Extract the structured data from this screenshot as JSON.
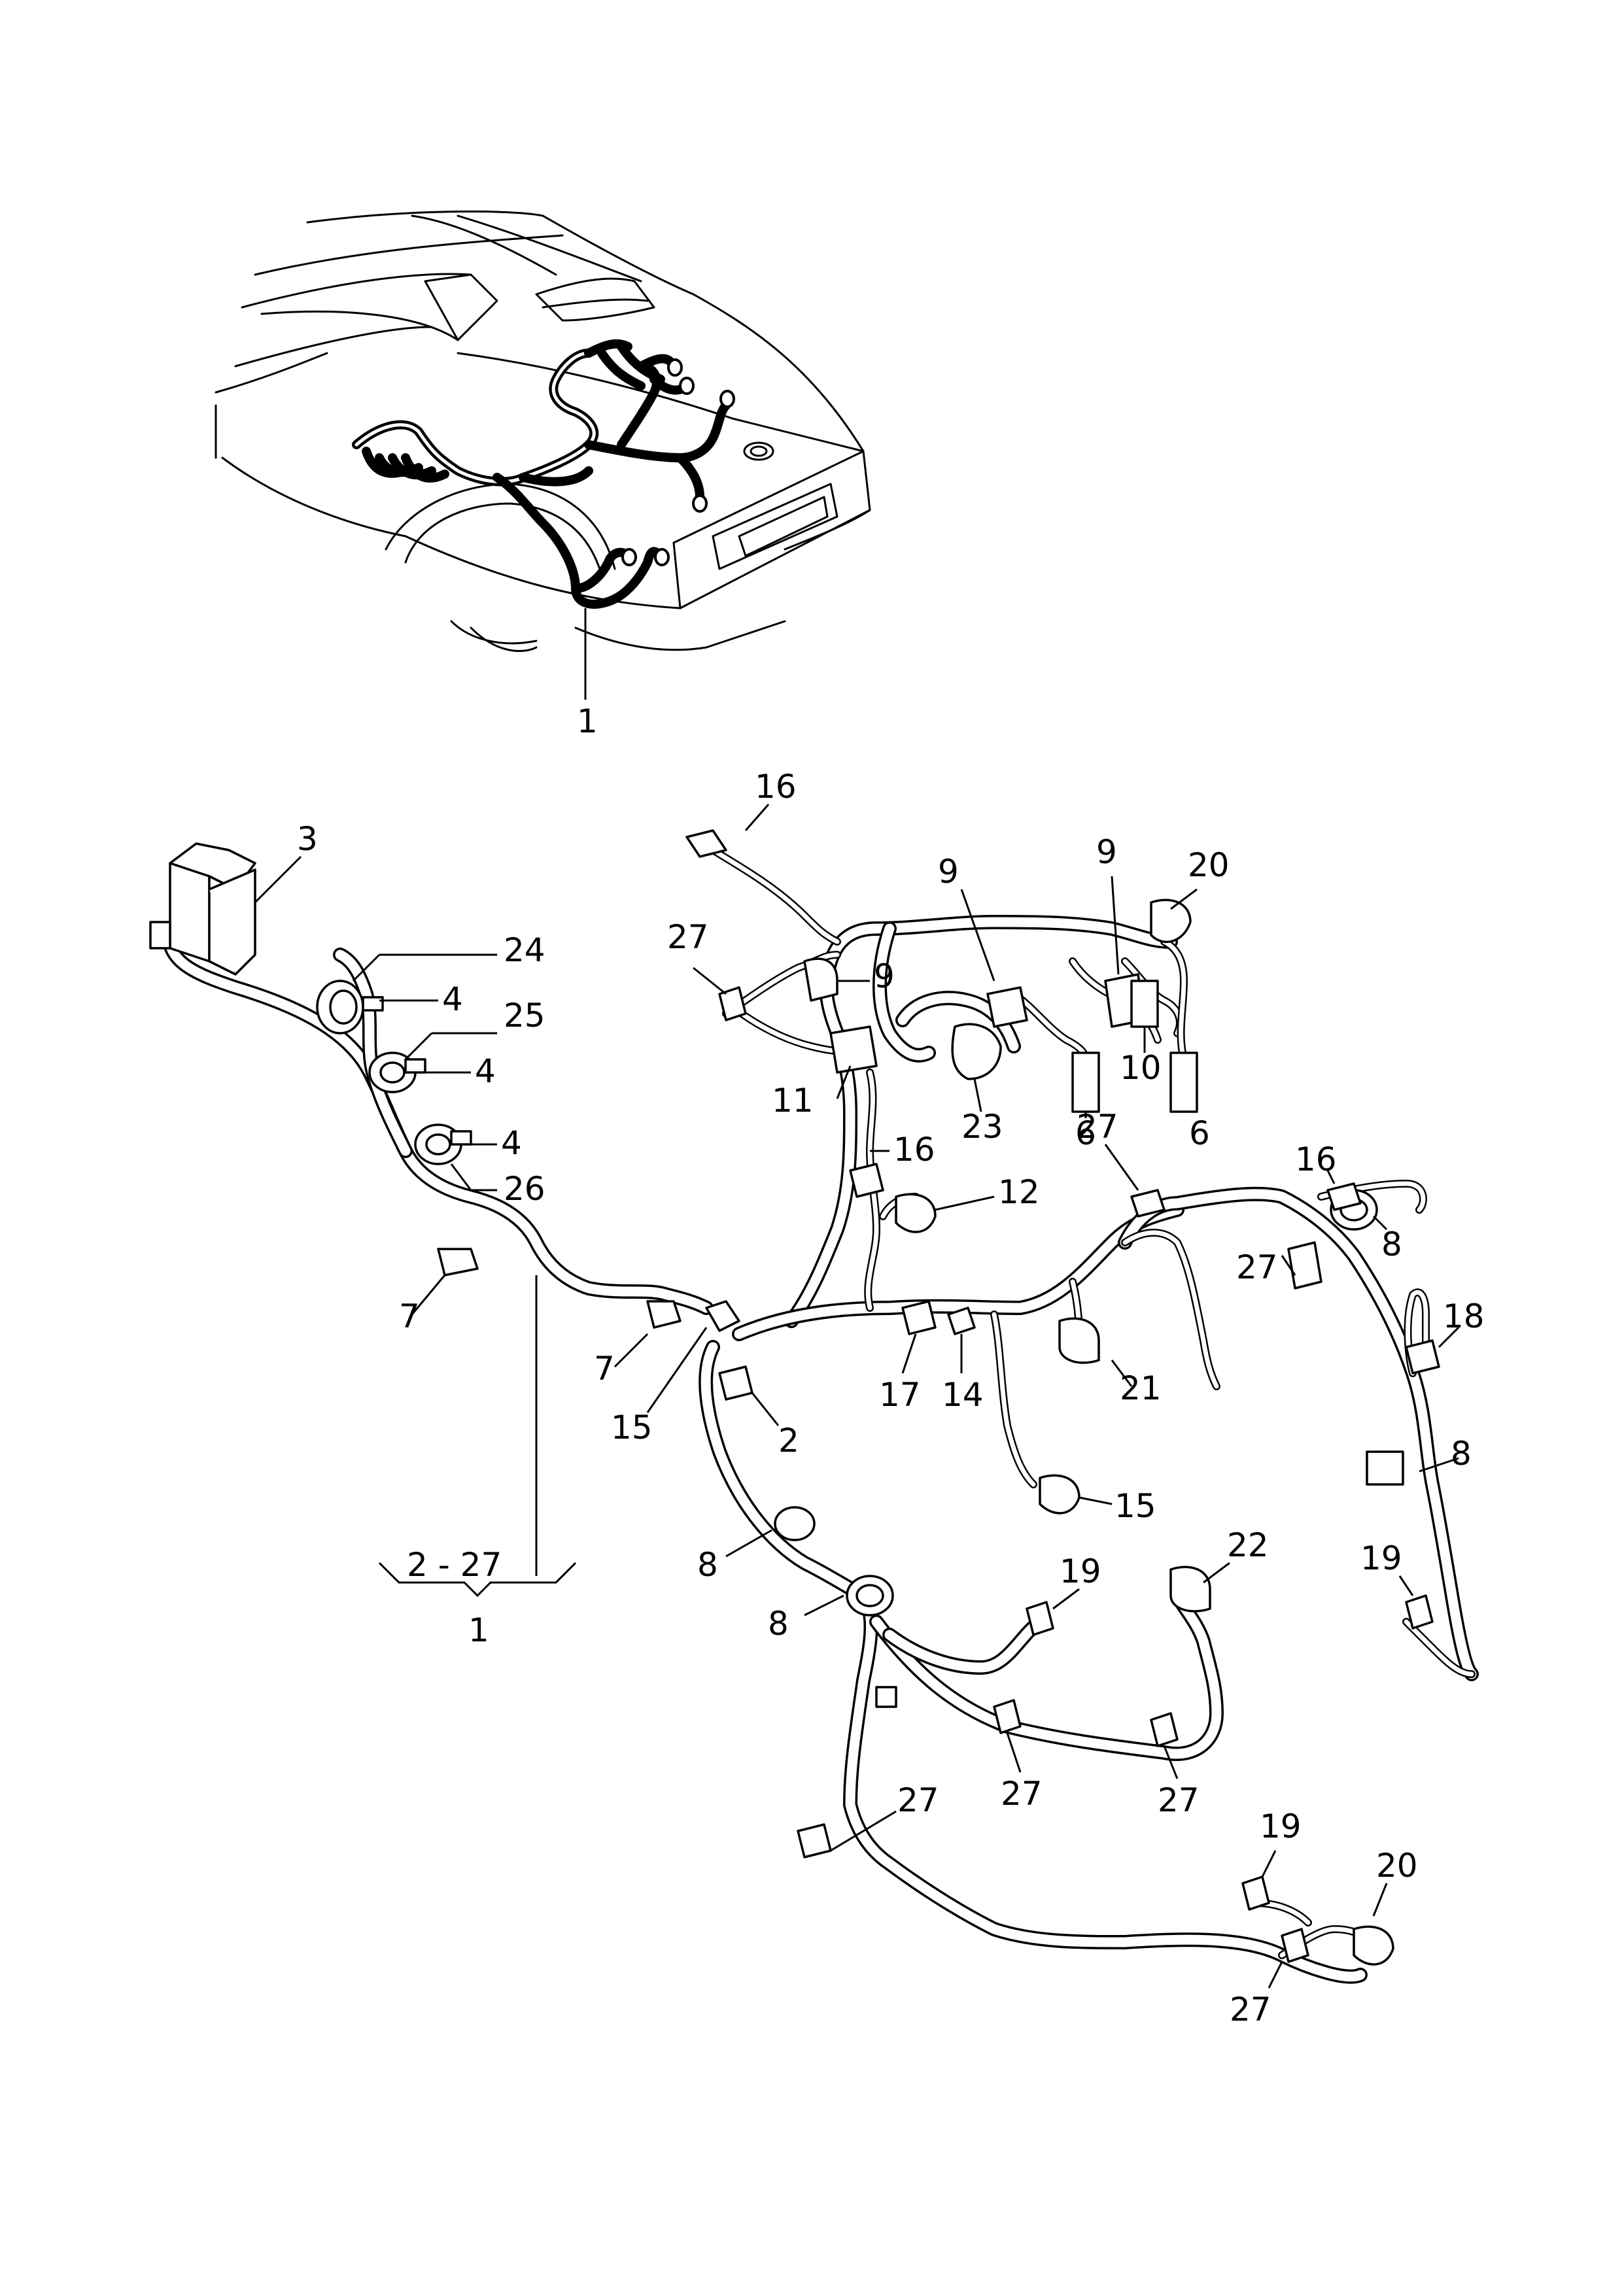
{
  "diagram": {
    "labels": {
      "l1_top": "1",
      "l3": "3",
      "l24": "24",
      "l4a": "4",
      "l25": "25",
      "l4b": "4",
      "l4c": "4",
      "l26": "26",
      "l7a": "7",
      "l7b": "7",
      "l15a": "15",
      "l2": "2",
      "l8a": "8",
      "l8b": "8",
      "group_range": "2 - 27",
      "group_total": "1",
      "l16a": "16",
      "l27a": "27",
      "l9a": "9",
      "l9b": "9",
      "l9c": "9",
      "l20a": "20",
      "l11": "11",
      "l23": "23",
      "l10": "10",
      "l6a": "6",
      "l6b": "6",
      "l16b": "16",
      "l12": "12",
      "l27b": "27",
      "l16c": "16",
      "l8c": "8",
      "l27c": "27",
      "l17": "17",
      "l14": "14",
      "l21": "21",
      "l18": "18",
      "l8d": "8",
      "l15b": "15",
      "l19a": "19",
      "l22": "22",
      "l19b": "19",
      "l27d": "27",
      "l27e": "27",
      "l27f": "27",
      "l19c": "19",
      "l20b": "20",
      "l27g": "27"
    }
  }
}
